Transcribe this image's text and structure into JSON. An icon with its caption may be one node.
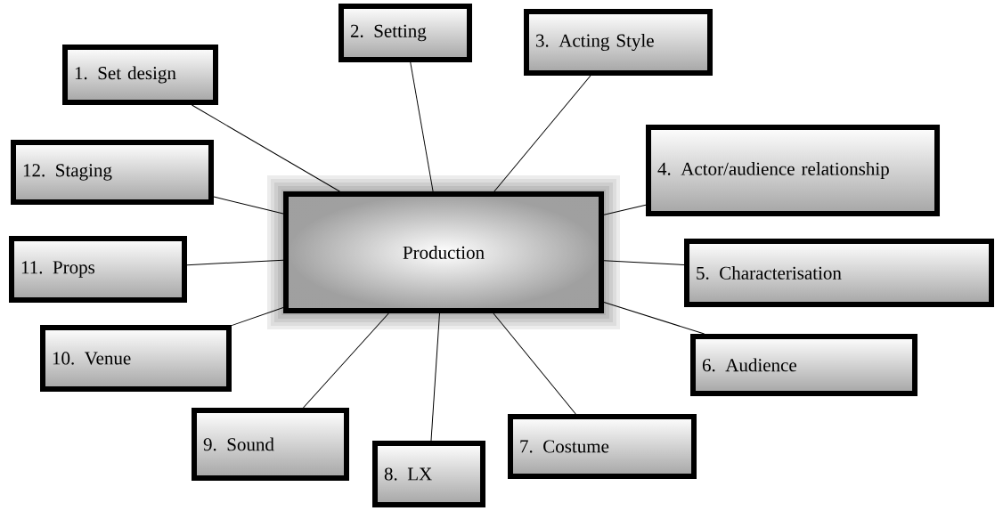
{
  "diagram": {
    "nodes": [
      {
        "text": [
          "Production"
        ]
      },
      {
        "text": [
          "1. Set design"
        ]
      },
      {
        "text": [
          "2. Setting"
        ]
      },
      {
        "text": [
          "3. Acting Style"
        ]
      },
      {
        "text": [
          "4. Actor/audience relationship"
        ]
      },
      {
        "text": [
          "5. Characterisation"
        ]
      },
      {
        "text": [
          "6. Audience"
        ]
      },
      {
        "text": [
          "7. Costume"
        ]
      },
      {
        "text": [
          "8. LX"
        ]
      },
      {
        "text": [
          "9. Sound"
        ]
      },
      {
        "text": [
          "10. Venue"
        ]
      },
      {
        "text": [
          "11. Props"
        ]
      },
      {
        "text": [
          "12. Staging"
        ]
      }
    ],
    "edges": [
      {
        "from": 0,
        "to": 1,
        "arrow": "none"
      },
      {
        "from": 0,
        "to": 2,
        "arrow": "none"
      },
      {
        "from": 0,
        "to": 3,
        "arrow": "none"
      },
      {
        "from": 0,
        "to": 4,
        "arrow": "none"
      },
      {
        "from": 0,
        "to": 5,
        "arrow": "none"
      },
      {
        "from": 0,
        "to": 6,
        "arrow": "none"
      },
      {
        "from": 0,
        "to": 7,
        "arrow": "none"
      },
      {
        "from": 0,
        "to": 8,
        "arrow": "none"
      },
      {
        "from": 0,
        "to": 9,
        "arrow": "none"
      },
      {
        "from": 0,
        "to": 10,
        "arrow": "none"
      },
      {
        "from": 0,
        "to": 11,
        "arrow": "none"
      },
      {
        "from": 0,
        "to": 12,
        "arrow": "none"
      }
    ]
  }
}
